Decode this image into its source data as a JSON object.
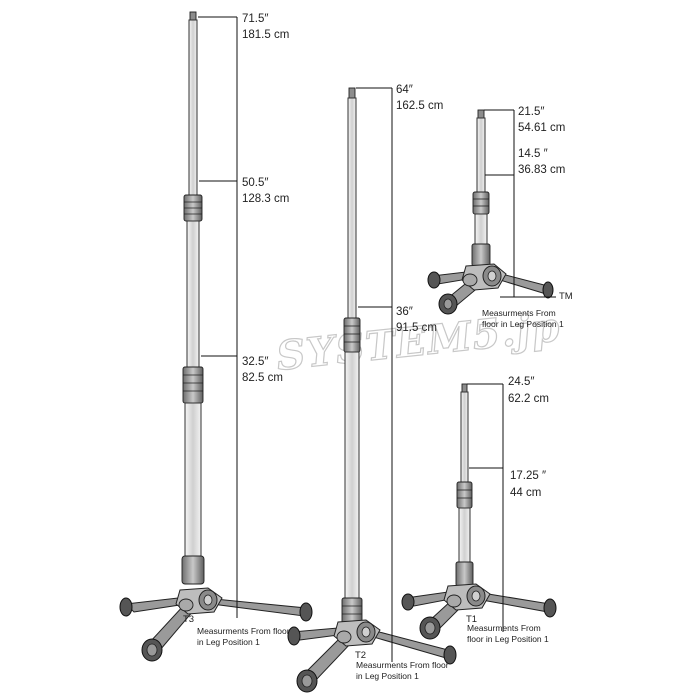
{
  "watermark": "SYSTEM5.jp",
  "stands": [
    {
      "model": "T3",
      "note_line1": "Measurments From floor",
      "note_line2": "in Leg Position 1",
      "dimensions": [
        {
          "in": "71.5″",
          "cm": "181.5 cm"
        },
        {
          "in": "50.5″",
          "cm": "128.3 cm"
        },
        {
          "in": "32.5″",
          "cm": "82.5 cm"
        }
      ]
    },
    {
      "model": "T2",
      "note_line1": "Measurments From floor",
      "note_line2": "in Leg Position 1",
      "dimensions": [
        {
          "in": "64″",
          "cm": "162.5 cm"
        },
        {
          "in": "36″",
          "cm": "91.5 cm"
        }
      ]
    },
    {
      "model": "TM",
      "note_line1": "Measurments From",
      "note_line2": "floor in Leg Position 1",
      "dimensions": [
        {
          "in": "21.5″",
          "cm": "54.61 cm"
        },
        {
          "in": "14.5 ″",
          "cm": "36.83 cm"
        }
      ]
    },
    {
      "model": "T1",
      "note_line1": "Measurments From",
      "note_line2": "floor in Leg Position 1",
      "dimensions": [
        {
          "in": "24.5″",
          "cm": "62.2 cm"
        },
        {
          "in": "17.25 ″",
          "cm": "44 cm"
        }
      ]
    }
  ]
}
